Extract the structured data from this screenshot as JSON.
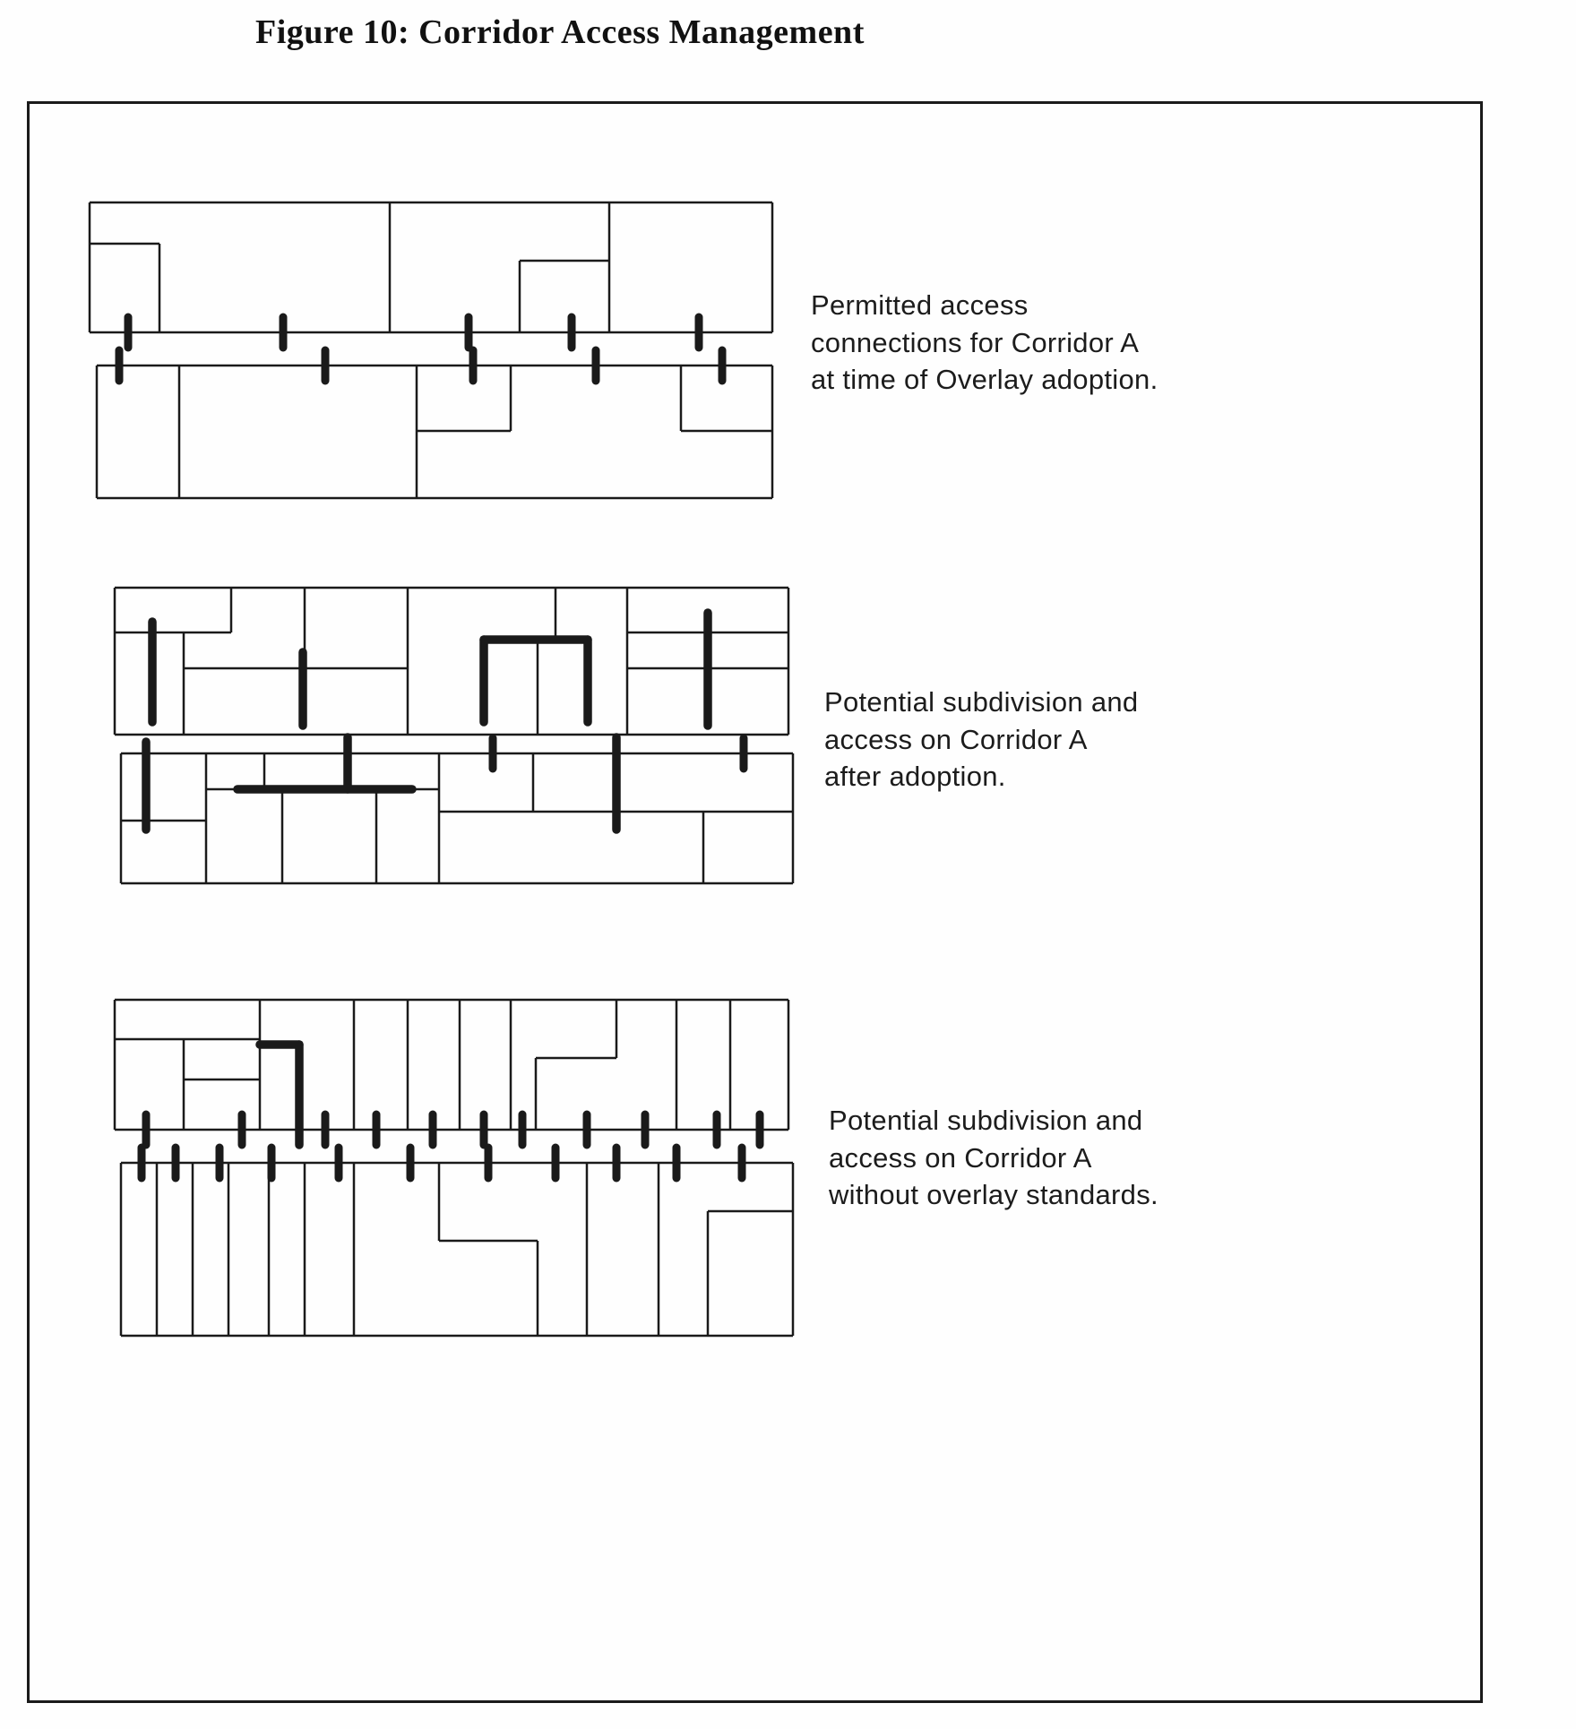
{
  "title": "Figure 10: Corridor Access Management",
  "colors": {
    "ink": "#1a1a1a",
    "paper": "#ffffff"
  },
  "panels": [
    {
      "id": "panel-1",
      "caption": "Permitted access\nconnections for Corridor A\nat time of Overlay adoption.",
      "geometry": {
        "thin": [
          [
            100,
            226,
            862,
            226
          ],
          [
            100,
            371,
            862,
            371
          ],
          [
            100,
            226,
            100,
            371
          ],
          [
            862,
            226,
            862,
            371
          ],
          [
            435,
            226,
            435,
            371
          ],
          [
            680,
            226,
            680,
            371
          ],
          [
            100,
            272,
            178,
            272
          ],
          [
            178,
            272,
            178,
            371
          ],
          [
            580,
            291,
            680,
            291
          ],
          [
            580,
            291,
            580,
            371
          ],
          [
            108,
            408,
            862,
            408
          ],
          [
            108,
            556,
            862,
            556
          ],
          [
            108,
            408,
            108,
            556
          ],
          [
            862,
            408,
            862,
            556
          ],
          [
            200,
            408,
            200,
            556
          ],
          [
            465,
            408,
            465,
            556
          ],
          [
            465,
            481,
            570,
            481
          ],
          [
            570,
            408,
            570,
            481
          ],
          [
            760,
            481,
            862,
            481
          ],
          [
            760,
            408,
            760,
            481
          ]
        ],
        "thick": [],
        "ticks": [
          [
            143,
            371
          ],
          [
            316,
            371
          ],
          [
            523,
            371
          ],
          [
            638,
            371
          ],
          [
            780,
            371
          ],
          [
            133,
            408
          ],
          [
            363,
            408
          ],
          [
            528,
            408
          ],
          [
            665,
            408
          ],
          [
            806,
            408
          ]
        ]
      }
    },
    {
      "id": "panel-2",
      "caption": "Potential subdivision and\naccess on Corridor A\nafter adoption.",
      "geometry": {
        "thin": [
          [
            128,
            656,
            880,
            656
          ],
          [
            128,
            820,
            880,
            820
          ],
          [
            128,
            656,
            128,
            820
          ],
          [
            880,
            656,
            880,
            820
          ],
          [
            258,
            656,
            258,
            706
          ],
          [
            128,
            706,
            258,
            706
          ],
          [
            205,
            706,
            205,
            820
          ],
          [
            205,
            746,
            455,
            746
          ],
          [
            340,
            656,
            340,
            746
          ],
          [
            455,
            656,
            455,
            820
          ],
          [
            620,
            656,
            620,
            716
          ],
          [
            600,
            716,
            600,
            820
          ],
          [
            700,
            656,
            700,
            820
          ],
          [
            700,
            706,
            880,
            706
          ],
          [
            700,
            746,
            880,
            746
          ],
          [
            135,
            841,
            885,
            841
          ],
          [
            135,
            986,
            885,
            986
          ],
          [
            135,
            841,
            135,
            986
          ],
          [
            885,
            841,
            885,
            986
          ],
          [
            135,
            916,
            230,
            916
          ],
          [
            230,
            841,
            230,
            986
          ],
          [
            295,
            841,
            295,
            881
          ],
          [
            230,
            881,
            490,
            881
          ],
          [
            315,
            881,
            315,
            986
          ],
          [
            420,
            881,
            420,
            986
          ],
          [
            490,
            841,
            490,
            986
          ],
          [
            595,
            841,
            595,
            906
          ],
          [
            490,
            906,
            885,
            906
          ],
          [
            785,
            906,
            785,
            986
          ]
        ],
        "thick": [
          [
            170,
            694,
            170,
            806
          ],
          [
            338,
            728,
            338,
            810
          ],
          [
            540,
            714,
            540,
            806
          ],
          [
            540,
            714,
            656,
            714
          ],
          [
            656,
            714,
            656,
            806
          ],
          [
            790,
            684,
            790,
            810
          ],
          [
            163,
            828,
            163,
            926
          ],
          [
            388,
            823,
            388,
            881
          ],
          [
            265,
            881,
            460,
            881
          ],
          [
            688,
            823,
            688,
            926
          ]
        ],
        "ticks": [
          [
            550,
            841
          ],
          [
            830,
            841
          ]
        ]
      }
    },
    {
      "id": "panel-3",
      "caption": "Potential subdivision and\naccess on Corridor A\nwithout overlay standards.",
      "geometry": {
        "thin": [
          [
            128,
            1116,
            880,
            1116
          ],
          [
            128,
            1261,
            880,
            1261
          ],
          [
            128,
            1116,
            128,
            1261
          ],
          [
            880,
            1116,
            880,
            1261
          ],
          [
            128,
            1160,
            290,
            1160
          ],
          [
            205,
            1160,
            205,
            1261
          ],
          [
            205,
            1205,
            290,
            1205
          ],
          [
            290,
            1116,
            290,
            1261
          ],
          [
            395,
            1116,
            395,
            1261
          ],
          [
            455,
            1116,
            455,
            1261
          ],
          [
            513,
            1116,
            513,
            1261
          ],
          [
            570,
            1116,
            570,
            1261
          ],
          [
            688,
            1116,
            688,
            1181
          ],
          [
            598,
            1181,
            688,
            1181
          ],
          [
            598,
            1181,
            598,
            1261
          ],
          [
            755,
            1116,
            755,
            1261
          ],
          [
            815,
            1116,
            815,
            1261
          ],
          [
            135,
            1298,
            885,
            1298
          ],
          [
            135,
            1491,
            885,
            1491
          ],
          [
            135,
            1298,
            135,
            1491
          ],
          [
            885,
            1298,
            885,
            1491
          ],
          [
            175,
            1298,
            175,
            1491
          ],
          [
            215,
            1298,
            215,
            1491
          ],
          [
            255,
            1298,
            255,
            1491
          ],
          [
            300,
            1298,
            300,
            1491
          ],
          [
            340,
            1298,
            340,
            1491
          ],
          [
            395,
            1298,
            395,
            1491
          ],
          [
            490,
            1298,
            490,
            1385
          ],
          [
            490,
            1385,
            600,
            1385
          ],
          [
            600,
            1385,
            600,
            1491
          ],
          [
            655,
            1298,
            655,
            1491
          ],
          [
            735,
            1298,
            735,
            1491
          ],
          [
            790,
            1352,
            885,
            1352
          ],
          [
            790,
            1352,
            790,
            1491
          ]
        ],
        "thick": [
          [
            290,
            1166,
            334,
            1166
          ],
          [
            334,
            1166,
            334,
            1278
          ]
        ],
        "ticks": [
          [
            163,
            1261
          ],
          [
            270,
            1261
          ],
          [
            363,
            1261
          ],
          [
            420,
            1261
          ],
          [
            483,
            1261
          ],
          [
            540,
            1261
          ],
          [
            583,
            1261
          ],
          [
            655,
            1261
          ],
          [
            720,
            1261
          ],
          [
            800,
            1261
          ],
          [
            848,
            1261
          ],
          [
            158,
            1298
          ],
          [
            196,
            1298
          ],
          [
            245,
            1298
          ],
          [
            303,
            1298
          ],
          [
            378,
            1298
          ],
          [
            458,
            1298
          ],
          [
            545,
            1298
          ],
          [
            620,
            1298
          ],
          [
            688,
            1298
          ],
          [
            755,
            1298
          ],
          [
            828,
            1298
          ]
        ]
      }
    }
  ]
}
